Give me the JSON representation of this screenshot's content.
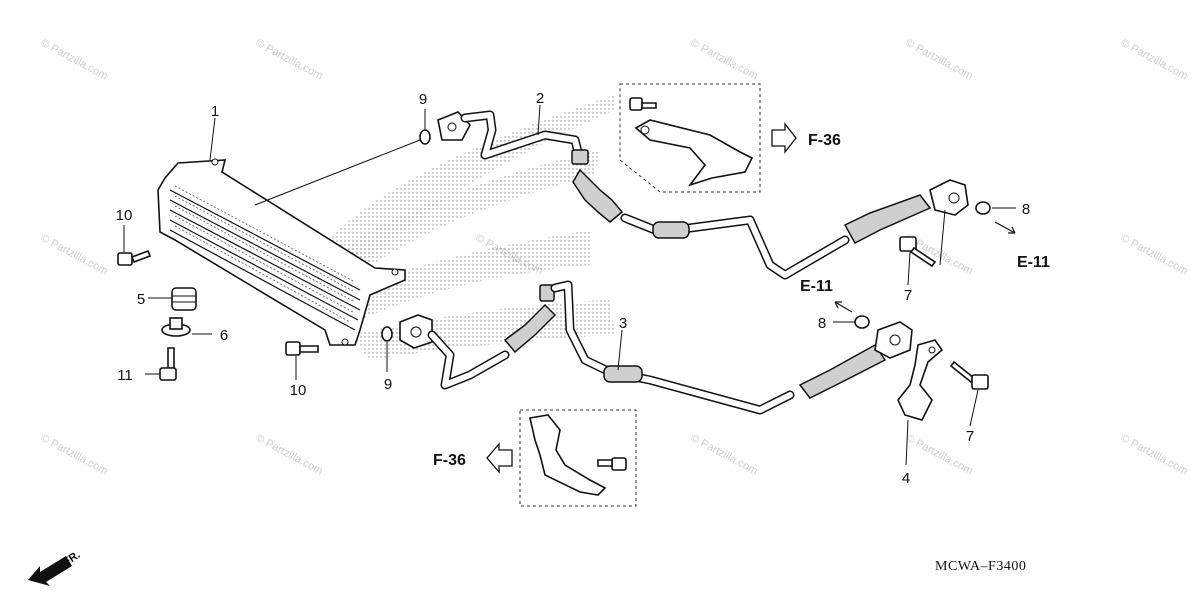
{
  "callouts": {
    "c1": "1",
    "c2": "2",
    "c3": "3",
    "c4": "4",
    "c5": "5",
    "c6": "6",
    "c7a": "7",
    "c7b": "7",
    "c8a": "8",
    "c8b": "8",
    "c9a": "9",
    "c9b": "9",
    "c10a": "10",
    "c10b": "10",
    "c11": "11"
  },
  "references": {
    "f36_top": "F-36",
    "f36_bottom": "F-36",
    "e11_right": "E-11",
    "e11_mid": "E-11"
  },
  "diagram_code": "MCWA–F3400",
  "front_marker": "FR.",
  "watermark": "© Partzilla.com"
}
